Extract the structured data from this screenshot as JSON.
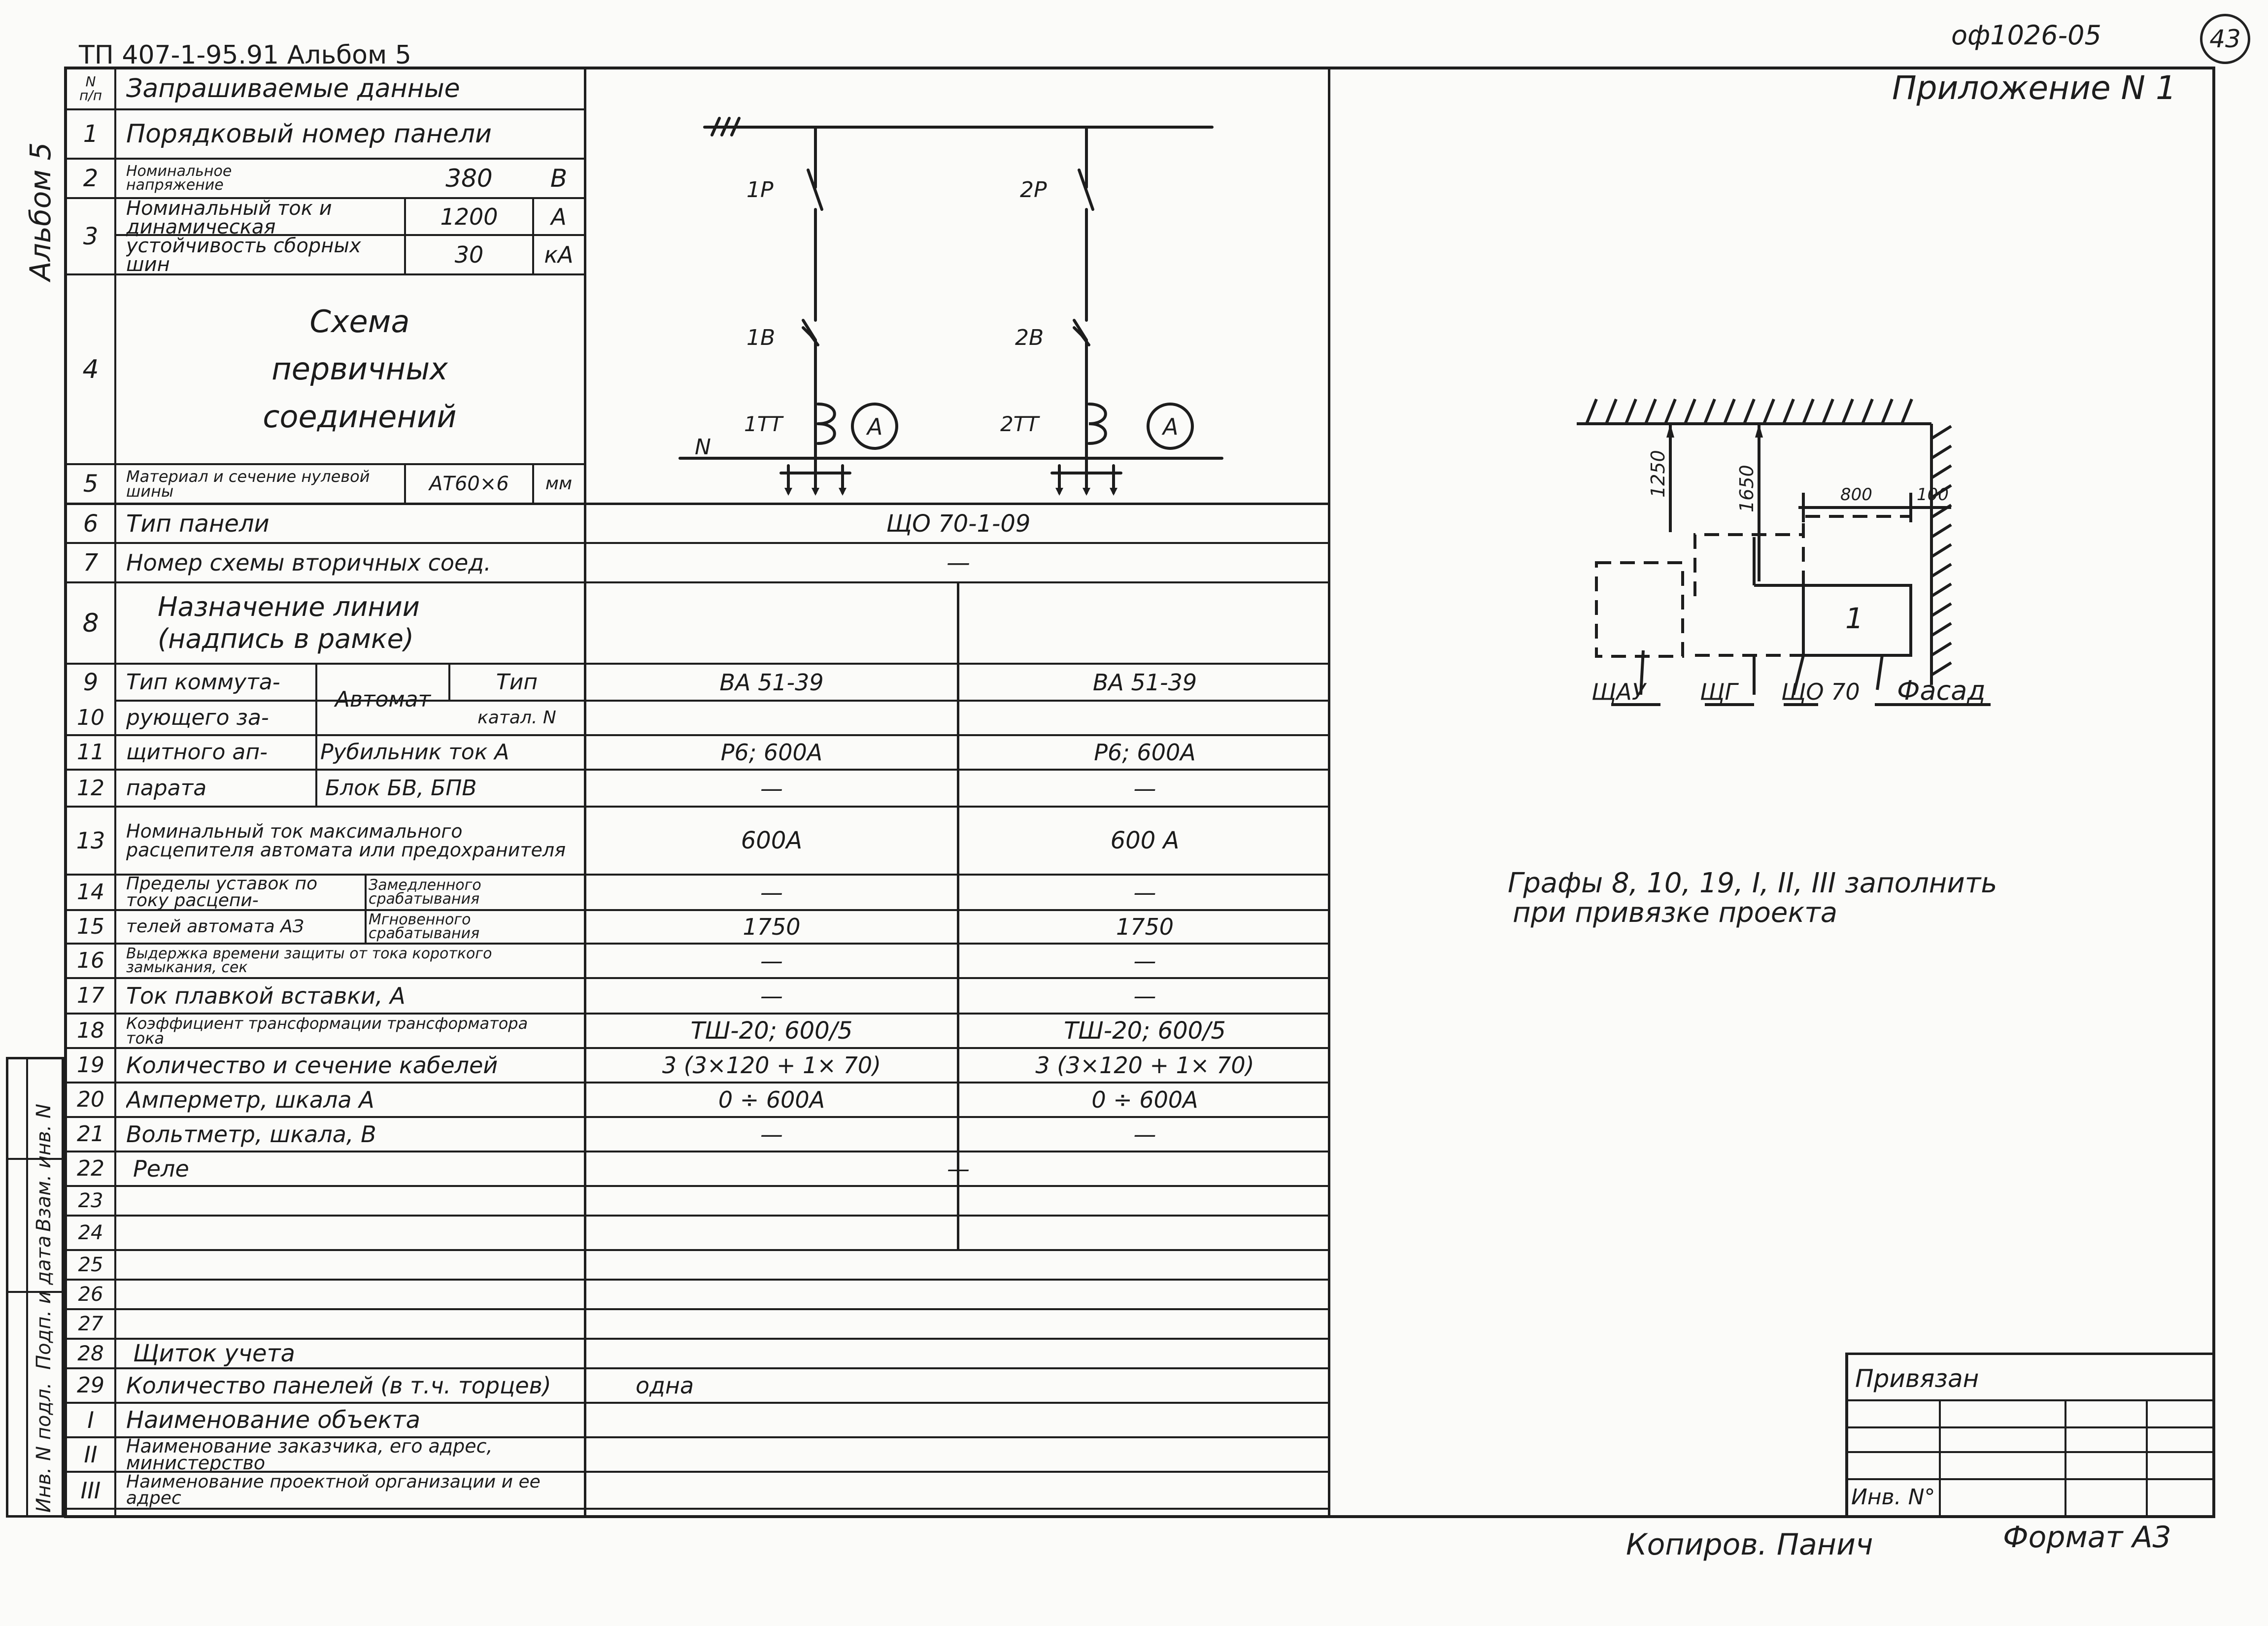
{
  "header": {
    "doc_code": "ТП 407-1-95.91 Альбом 5",
    "sheet_code": "оф1026-05",
    "page_no": "43",
    "appendix": "Приложение N 1",
    "side_album": "Альбом 5"
  },
  "table": {
    "head_no": "N п/п",
    "head_title": "Запрашиваемые данные",
    "rows": [
      {
        "no": "1",
        "label": "Порядковый номер панели",
        "v1": "",
        "v2": ""
      },
      {
        "no": "2",
        "label": "Номинальное напряжение",
        "value": "380",
        "unit": "В"
      },
      {
        "no": "3",
        "label": "Номинальный ток и динамическая устойчивость сборных шин",
        "value_a": "1200",
        "unit_a": "А",
        "value_b": "30",
        "unit_b": "кА"
      },
      {
        "no": "4",
        "label": "Схема первичных соединений"
      },
      {
        "no": "5",
        "label": "Материал и сечение нулевой шины",
        "value": "АТ60×6",
        "unit": "мм"
      },
      {
        "no": "6",
        "label": "Тип панели",
        "v": "ЩО 70-1-09"
      },
      {
        "no": "7",
        "label": "Номер схемы вторичных соед.",
        "v": "—"
      },
      {
        "no": "8",
        "label": "Назначение линии (надпись в рамке)",
        "v1": "",
        "v2": ""
      },
      {
        "no": "9",
        "label": "Тип коммута-",
        "sub_a": "Автомат",
        "sub_b": "Тип",
        "v1": "ВА 51-39",
        "v2": "ВА 51-39"
      },
      {
        "no": "10",
        "label": "рующего за-",
        "sub_b": "катал. N",
        "v1": "",
        "v2": ""
      },
      {
        "no": "11",
        "label": "щитного ап-",
        "sub_a": "Рубильник ток А",
        "v1": "Р6; 600А",
        "v2": "Р6; 600А"
      },
      {
        "no": "12",
        "label": "парата",
        "sub_a": "Блок БВ, БПВ",
        "v1": "—",
        "v2": "—"
      },
      {
        "no": "13",
        "label": "Номинальный ток максимального расцепителя автомата или предохранителя",
        "v1": "600А",
        "v2": "600 А"
      },
      {
        "no": "14",
        "label": "Пределы уставок по току расцепи-",
        "sub_a": "Замедленного срабатывания",
        "v1": "—",
        "v2": "—"
      },
      {
        "no": "15",
        "label": "телей автомата АЗ",
        "sub_a": "Мгновенного срабатывания",
        "v1": "1750",
        "v2": "1750"
      },
      {
        "no": "16",
        "label": "Выдержка времени защиты от тока короткого замыкания, сек",
        "v1": "—",
        "v2": "—"
      },
      {
        "no": "17",
        "label": "Ток плавкой вставки, А",
        "v1": "—",
        "v2": "—"
      },
      {
        "no": "18",
        "label": "Коэффициент трансформации трансформатора тока",
        "v1": "ТШ-20; 600/5",
        "v2": "ТШ-20; 600/5"
      },
      {
        "no": "19",
        "label": "Количество и сечение кабелей",
        "v1": "3 (3×120 + 1× 70)",
        "v2": "3 (3×120 + 1× 70)"
      },
      {
        "no": "20",
        "label": "Амперметр, шкала А",
        "v1": "0 ÷ 600А",
        "v2": "0 ÷ 600А"
      },
      {
        "no": "21",
        "label": "Вольтметр, шкала, В",
        "v1": "—",
        "v2": "—"
      },
      {
        "no": "22",
        "label": "Реле",
        "v": "—"
      },
      {
        "no": "23",
        "label": ""
      },
      {
        "no": "24",
        "label": ""
      },
      {
        "no": "25",
        "label": ""
      },
      {
        "no": "26",
        "label": ""
      },
      {
        "no": "27",
        "label": ""
      },
      {
        "no": "28",
        "label": "Щиток учета"
      },
      {
        "no": "29",
        "label": "Количество панелей (в т.ч. торцев)",
        "v": "одна"
      },
      {
        "no": "I",
        "label": "Наименование объекта"
      },
      {
        "no": "II",
        "label": "Наименование заказчика, его адрес, министерство"
      },
      {
        "no": "III",
        "label": "Наименование проектной организации и ее адрес"
      }
    ]
  },
  "schematic": {
    "breaker_1": "1Р",
    "breaker_2": "2Р",
    "fuse_1": "1В",
    "fuse_2": "2В",
    "ct_1": "1ТТ",
    "ct_2": "2ТТ",
    "ammeter": "А",
    "neutral": "N"
  },
  "plan": {
    "dim_1250": "1250",
    "dim_1650": "1650",
    "dim_800": "800",
    "dim_100": "100",
    "panel_no": "1",
    "label_shchau": "ЩАУ",
    "label_shchg": "ЩГ",
    "label_shcho": "ЩО 70",
    "label_fasad": "Фасад"
  },
  "note": {
    "line1": "Графы 8, 10, 19, I, II, III заполнить",
    "line2": "при привязке проекта"
  },
  "stamp": {
    "privyazan": "Привязан",
    "inv_no": "Инв. N°"
  },
  "footer": {
    "copied": "Копиров. Панич",
    "format": "Формат А3"
  },
  "side_stamp": {
    "col1": "Инв. N подл.",
    "col2": "Подп. и дата",
    "col3": "Взам. инв. N"
  }
}
